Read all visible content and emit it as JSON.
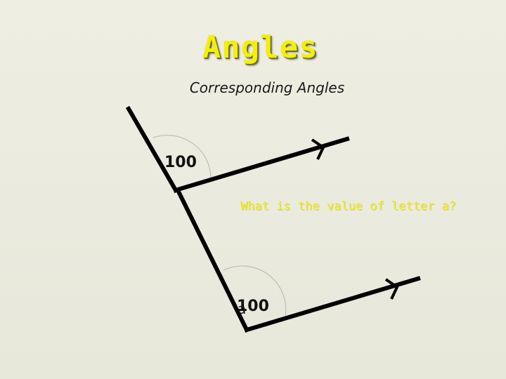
{
  "slide": {
    "title": "Angles",
    "subtitle": "Corresponding Angles",
    "question": "What is the value of letter a?"
  },
  "diagram": {
    "top_angle_label": "100",
    "bottom_angle_label": "100",
    "bottom_letter": "a"
  },
  "colors": {
    "background": "#ebebe0",
    "title": "#f4f000",
    "question": "#f4f000",
    "lines": "#000000"
  }
}
